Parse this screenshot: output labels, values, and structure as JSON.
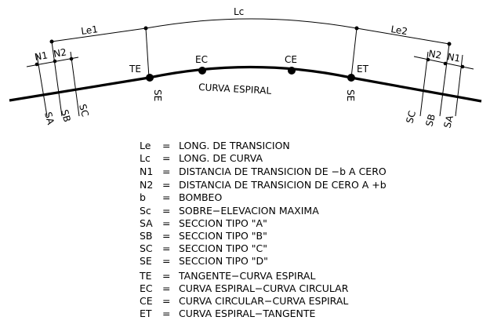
{
  "diagram": {
    "labels": {
      "le1": "Le1",
      "lc": "Lc",
      "le2": "Le2",
      "n1": "N1",
      "n2": "N2",
      "te": "TE",
      "ec": "EC",
      "ce": "CE",
      "et": "ET",
      "se": "SE",
      "sa": "SA",
      "sb": "SB",
      "sc": "SC",
      "curve_name": "CURVA ESPIRAL"
    },
    "legend": [
      {
        "sym": "Le",
        "eq": "=",
        "desc": "LONG. DE TRANSICION"
      },
      {
        "sym": "Lc",
        "eq": "=",
        "desc": "LONG. DE CURVA"
      },
      {
        "sym": "N1",
        "eq": "=",
        "desc": "DISTANCIA DE TRANSICION DE −b A CERO"
      },
      {
        "sym": "N2",
        "eq": "=",
        "desc": "DISTANCIA DE TRANSICION DE CERO A +b"
      },
      {
        "sym": "b",
        "eq": "=",
        "desc": "BOMBEO"
      },
      {
        "sym": "Sc",
        "eq": "=",
        "desc": "SOBRE−ELEVACION MAXIMA"
      },
      {
        "sym": "SA",
        "eq": "=",
        "desc": "SECCION TIPO \"A\""
      },
      {
        "sym": "SB",
        "eq": "=",
        "desc": "SECCION TIPO \"B\""
      },
      {
        "sym": "SC",
        "eq": "=",
        "desc": "SECCION TIPO \"C\""
      },
      {
        "sym": "SE",
        "eq": "=",
        "desc": "SECCION TIPO \"D\""
      },
      {
        "sym": "TE",
        "eq": "=",
        "desc": "TANGENTE−CURVA ESPIRAL"
      },
      {
        "sym": "EC",
        "eq": "=",
        "desc": "CURVA ESPIRAL−CURVA CIRCULAR"
      },
      {
        "sym": "CE",
        "eq": "=",
        "desc": "CURVA CIRCULAR−CURVA ESPIRAL"
      },
      {
        "sym": "ET",
        "eq": "=",
        "desc": "CURVA ESPIRAL−TANGENTE"
      }
    ],
    "colors": {
      "ink": "#000000",
      "background": "#ffffff"
    }
  }
}
